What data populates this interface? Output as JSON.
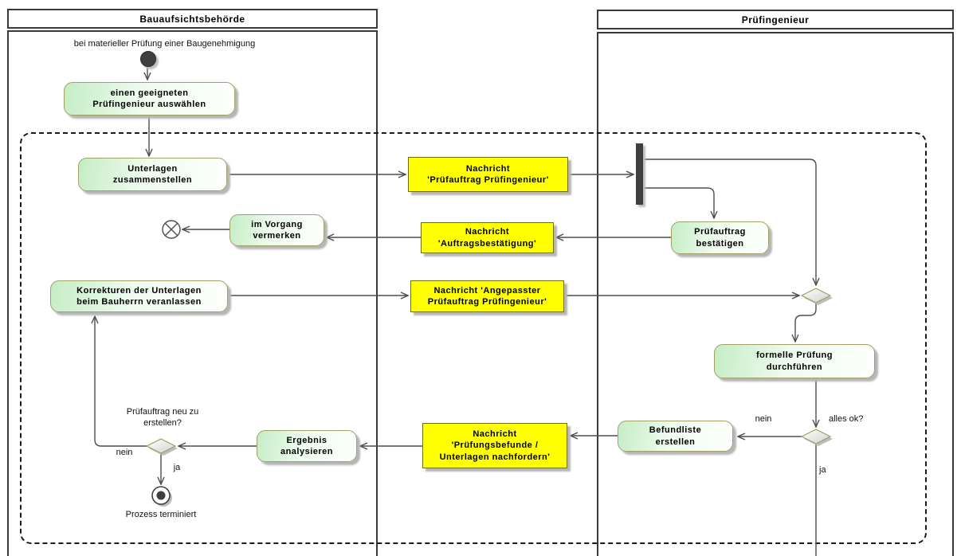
{
  "lanes": {
    "left": "Bauaufsichtsbehörde",
    "right": "Prüfingenieur"
  },
  "activities": {
    "select": "einen geeigneten\nPrüfingenieur auswählen",
    "compile": "Unterlagen\nzusammenstellen",
    "note": "im Vorgang\nvermerken",
    "confirm": "Prüfauftrag\nbestätigen",
    "corrections": "Korrekturen der Unterlagen\nbeim Bauherrn veranlassen",
    "formal_check": "formelle Prüfung\ndurchführen",
    "findings": "Befundliste\nerstellen",
    "analyze": "Ergebnis\nanalysieren"
  },
  "messages": {
    "pruefauftrag": "Nachricht\n'Prüfauftrag Prüfingenieur'",
    "bestaetigung": "Nachricht\n'Auftragsbestätigung'",
    "angepasster": "Nachricht 'Angepasster\nPrüfauftrag Prüfingenieur'",
    "befunde": "Nachricht\n'Prüfungsbefunde /\nUnterlagen nachfordern'"
  },
  "annotations": {
    "start_condition": "bei materieller Prüfung einer Baugenehmigung",
    "redo_question": "Prüfauftrag neu zu\nerstellen?",
    "ok_question": "alles ok?",
    "left_no": "nein",
    "left_yes": "ja",
    "right_no": "nein",
    "right_yes": "ja",
    "terminated": "Prozess terminiert"
  },
  "node_glyphs": {
    "initial": "initial-node-icon",
    "flow_final": "flow-final-x-icon",
    "activity_final": "activity-final-icon",
    "fork": "fork-bar-icon",
    "decision": "decision-diamond-icon"
  },
  "colors": {
    "activity_fill_start": "#c4edc4",
    "activity_fill_end": "#fdfffd",
    "activity_border": "#a0a068",
    "message_fill": "#ffff00",
    "message_border": "#6f6f00",
    "connector_line": "#4d4d4d",
    "control_bar": "#3f3f3f",
    "lane_border": "#3a3a3a",
    "shadow": "#b6b6b6"
  }
}
